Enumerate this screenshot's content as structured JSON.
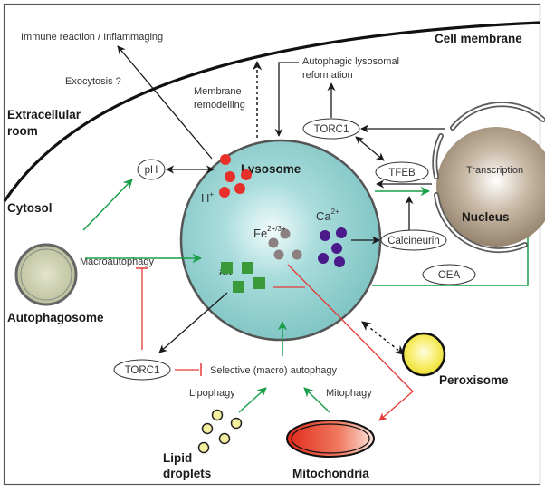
{
  "diagram": {
    "regions": {
      "extracellular": "Extracellular",
      "extracellular_line2": "room",
      "cytosol": "Cytosol",
      "cell_membrane": "Cell membrane"
    },
    "organelles": {
      "lysosome": "Lysosome",
      "nucleus": "Nucleus",
      "nucleus_process": "Transcription",
      "autophagosome": "Autophagosome",
      "peroxisome": "Peroxisome",
      "mitochondria": "Mitochondria",
      "lipid_droplets_line1": "Lipid",
      "lipid_droplets_line2": "droplets"
    },
    "ions": {
      "proton": "H",
      "proton_charge": "+",
      "iron": "Fe",
      "iron_charge": "2+/3+",
      "calcium": "Ca",
      "calcium_charge": "2+",
      "amino_acids": "aa"
    },
    "nodes": {
      "ph": "pH",
      "torc1_top": "TORC1",
      "tfeb": "TFEB",
      "calcineurin": "Calcineurin",
      "oea": "OEA",
      "torc1_bottom": "TORC1"
    },
    "process_labels": {
      "immune": "Immune reaction / Inflammaging",
      "exocytosis": "Exocytosis ?",
      "membrane_remodelling_1": "Membrane",
      "membrane_remodelling_2": "remodelling",
      "alr_1": "Autophagic lysosomal",
      "alr_2": "reformation",
      "macroautophagy": "Macroautophagy",
      "selective": "Selective (macro) autophagy",
      "lipophagy": "Lipophagy",
      "mitophagy": "Mitophagy"
    },
    "colors": {
      "activation_arrow": "#1a9e4a",
      "inhibition": "#e53935",
      "neutral_arrow": "#1a1a1a",
      "lysosome_fill": "#8fcfcf",
      "proton_dots": "#e8302a",
      "iron_dots": "#8c8080",
      "calcium_dots": "#4a1a8a",
      "amino_acid_squares": "#3a9a3a",
      "nucleus_fill": "#a89580",
      "autophagosome_fill": "#c8ccaa",
      "peroxisome_fill": "#f5ea50",
      "mitochondria_fill": "#e04030",
      "lipid_fill": "#f4f0a0"
    }
  }
}
